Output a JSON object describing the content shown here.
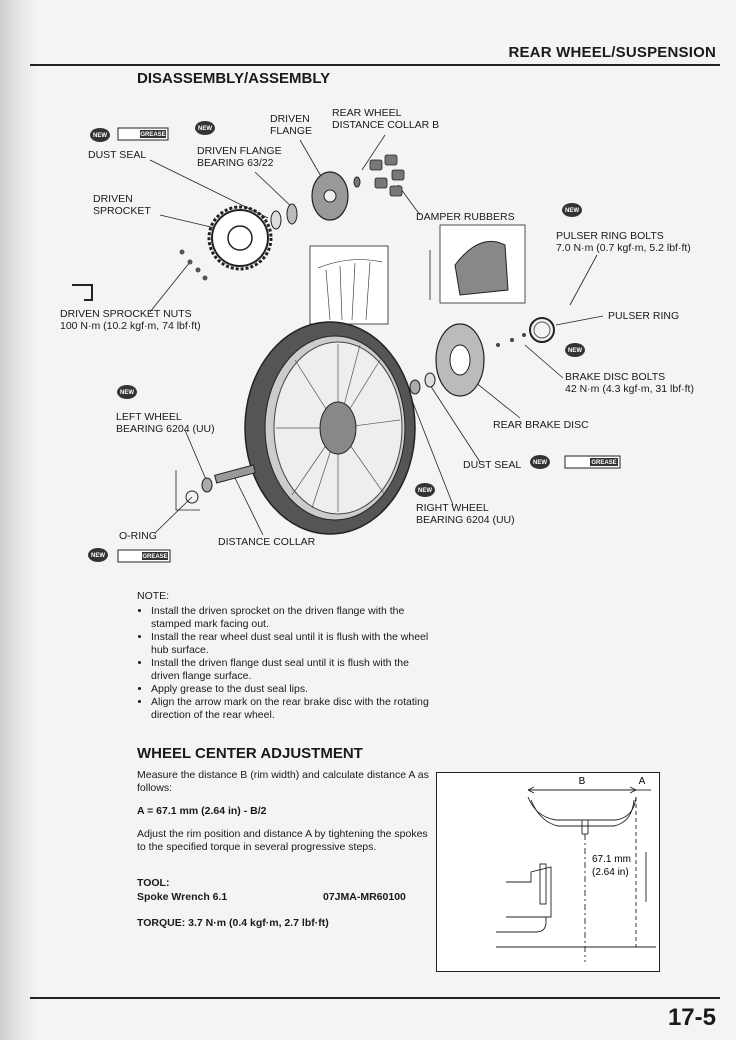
{
  "header": {
    "section": "REAR WHEEL/SUSPENSION"
  },
  "title": "DISASSEMBLY/ASSEMBLY",
  "labels": {
    "dust_seal_top": "DUST SEAL",
    "driven_flange_l1": "DRIVEN",
    "driven_flange_l2": "FLANGE",
    "rear_collar_l1": "REAR WHEEL",
    "rear_collar_l2": "DISTANCE COLLAR B",
    "bearing_l1": "DRIVEN FLANGE",
    "bearing_l2": "BEARING 63/22",
    "sprocket_l1": "DRIVEN",
    "sprocket_l2": "SPROCKET",
    "damper": "DAMPER RUBBERS",
    "pulser_bolts_l1": "PULSER RING BOLTS",
    "pulser_bolts_l2": "7.0 N·m (0.7 kgf·m, 5.2 lbf·ft)",
    "nuts_l1": "DRIVEN SPROCKET NUTS",
    "nuts_l2": "100 N·m (10.2 kgf·m, 74 lbf·ft)",
    "pulser_ring": "PULSER RING",
    "disc_bolts_l1": "BRAKE DISC BOLTS",
    "disc_bolts_l2": "42 N·m (4.3 kgf·m, 31 lbf·ft)",
    "left_bearing_l1": "LEFT WHEEL",
    "left_bearing_l2": "BEARING 6204 (UU)",
    "rear_disc": "REAR BRAKE DISC",
    "dust_seal_bottom": "DUST SEAL",
    "right_bearing_l1": "RIGHT WHEEL",
    "right_bearing_l2": "BEARING 6204 (UU)",
    "o_ring": "O-RING",
    "distance_collar": "DISTANCE COLLAR",
    "new_badge": "NEW",
    "grease_badge": "GREASE"
  },
  "note": {
    "heading": "NOTE:",
    "items": [
      "Install the driven sprocket on the driven flange with the stamped mark facing out.",
      "Install the rear wheel dust seal until it is flush with the wheel hub surface.",
      "Install the driven flange dust seal until it is flush with the driven flange surface.",
      "Apply grease to the dust seal lips.",
      "Align the arrow mark on the rear brake disc with the rotating direction of the rear wheel."
    ]
  },
  "wheel_center": {
    "title": "WHEEL CENTER ADJUSTMENT",
    "intro": "Measure the distance B (rim width) and calculate distance A as follows:",
    "formula": "A = 67.1 mm (2.64 in) - B/2",
    "adjust": "Adjust the rim position and distance A by tightening the spokes to the specified torque in several progressive steps.",
    "tool_heading": "TOOL:",
    "tool_name": "Spoke Wrench 6.1",
    "tool_number": "07JMA-MR60100",
    "torque": "TORQUE: 3.7 N·m (0.4 kgf·m, 2.7 lbf·ft)",
    "fig_b": "B",
    "fig_a": "A",
    "fig_mm": "67.1 mm",
    "fig_in": "(2.64 in)"
  },
  "footer": {
    "page": "17-5"
  }
}
